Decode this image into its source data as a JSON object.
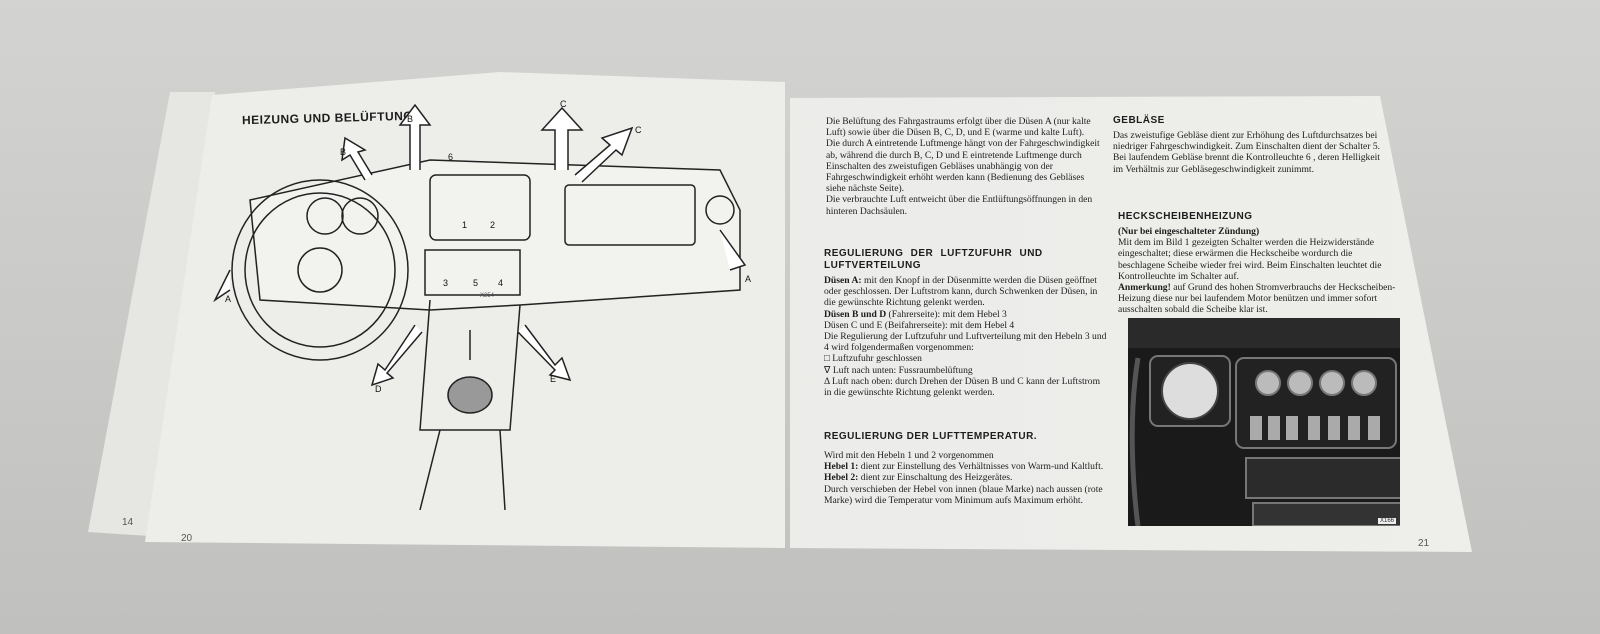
{
  "left_page": {
    "title": "HEIZUNG UND BELÜFTUNG",
    "page_number": "20",
    "underlying_page_number": "14",
    "figure_code": "X254",
    "figure_labels": [
      "A",
      "B",
      "B",
      "C",
      "C",
      "D",
      "E",
      "A",
      "1",
      "2",
      "3",
      "4",
      "5",
      "6"
    ]
  },
  "right_page": {
    "page_number": "21",
    "intro": [
      "Die Belüftung des Fahrgastraums erfolgt über die Düsen A (nur kalte Luft) sowie über die Düsen B, C, D, und E (warme und kalte Luft).",
      "Die durch A eintretende Luftmenge hängt von der Fahrgeschwindigkeit ab, während die durch B, C, D und E eintretende Luftmenge durch Einschalten des zweistufigen Gebläses unabhängig von der Fahrgeschwindigkeit erhöht werden kann (Bedienung des Gebläses siehe nächste Seite).",
      "Die verbrauchte Luft entweicht über die Entlüftungsöffnungen in den hinteren Dachsäulen."
    ],
    "section1": {
      "heading": "REGULIERUNG DER LUFTZUFUHR UND LUFTVERTEILUNG",
      "d_a_label": "Düsen A:",
      "d_a_text": "mit den Knopf in der Düsenmitte werden die Düsen geöffnet oder geschlossen. Der Luftstrom kann, durch Schwenken der Düsen, in die gewünschte Richtung gelenkt werden.",
      "d_bd_label": "Düsen B und D",
      "d_bd_text": "(Fahrerseite): mit dem Hebel 3",
      "d_ce": "Düsen C und E (Beifahrerseite): mit dem Hebel 4",
      "reg": "Die Regulierung der Luftzufuhr und Luftverteilung mit den Hebeln 3 und 4 wird folgendermaßen vorgenommen:",
      "opt1": "□ Luftzufuhr geschlossen",
      "opt2": "∇ Luft nach unten: Fussraumbelüftung",
      "opt3": "Δ Luft nach oben: durch Drehen der Düsen B und C kann der Luftstrom in die gewünschte Richtung gelenkt werden."
    },
    "section2": {
      "heading": "REGULIERUNG DER LUFTTEMPERATUR.",
      "line1": "Wird mit den Hebeln 1 und 2 vorgenommen",
      "h1_label": "Hebel 1:",
      "h1_text": "dient zur Einstellung des Verhältnisses von Warm-und Kaltluft.",
      "h2_label": "Hebel 2:",
      "h2_text": "dient zur Einschaltung des Heizgerätes.",
      "text": "Durch verschieben der Hebel von innen (blaue Marke) nach aussen (rote Marke) wird die Temperatur vom Minimum aufs Maximum erhöht."
    },
    "section3": {
      "heading": "GEBLÄSE",
      "text": "Das zweistufige Gebläse dient zur Erhöhung des Luftdurchsatzes bei niedriger Fahrgeschwindigkeit. Zum Einschalten dient der Schalter 5. Bei laufendem Gebläse brennt die Kontrolleuchte 6 , deren Helligkeit im Verhältnis zur Gebläsegeschwindigkeit zunimmt."
    },
    "section4": {
      "heading": "HECKSCHEIBENHEIZUNG",
      "sub": "(Nur bei eingeschalteter Zündung)",
      "text": "Mit dem im Bild 1 gezeigten Schalter werden die Heizwiderstände eingeschaltet; diese erwärmen die Heckscheibe wordurch die beschlagene Scheibe wieder frei wird. Beim Einschalten leuchtet die Kontrolleuchte im Schalter auf.",
      "note_label": "Anmerkung!",
      "note_text": "auf Grund des hohen Stromverbrauchs der Heckscheiben-Heizung diese nur bei laufendem Motor benützen und immer sofort ausschalten sobald die Scheibe klar ist."
    },
    "photo_code": "X166"
  }
}
